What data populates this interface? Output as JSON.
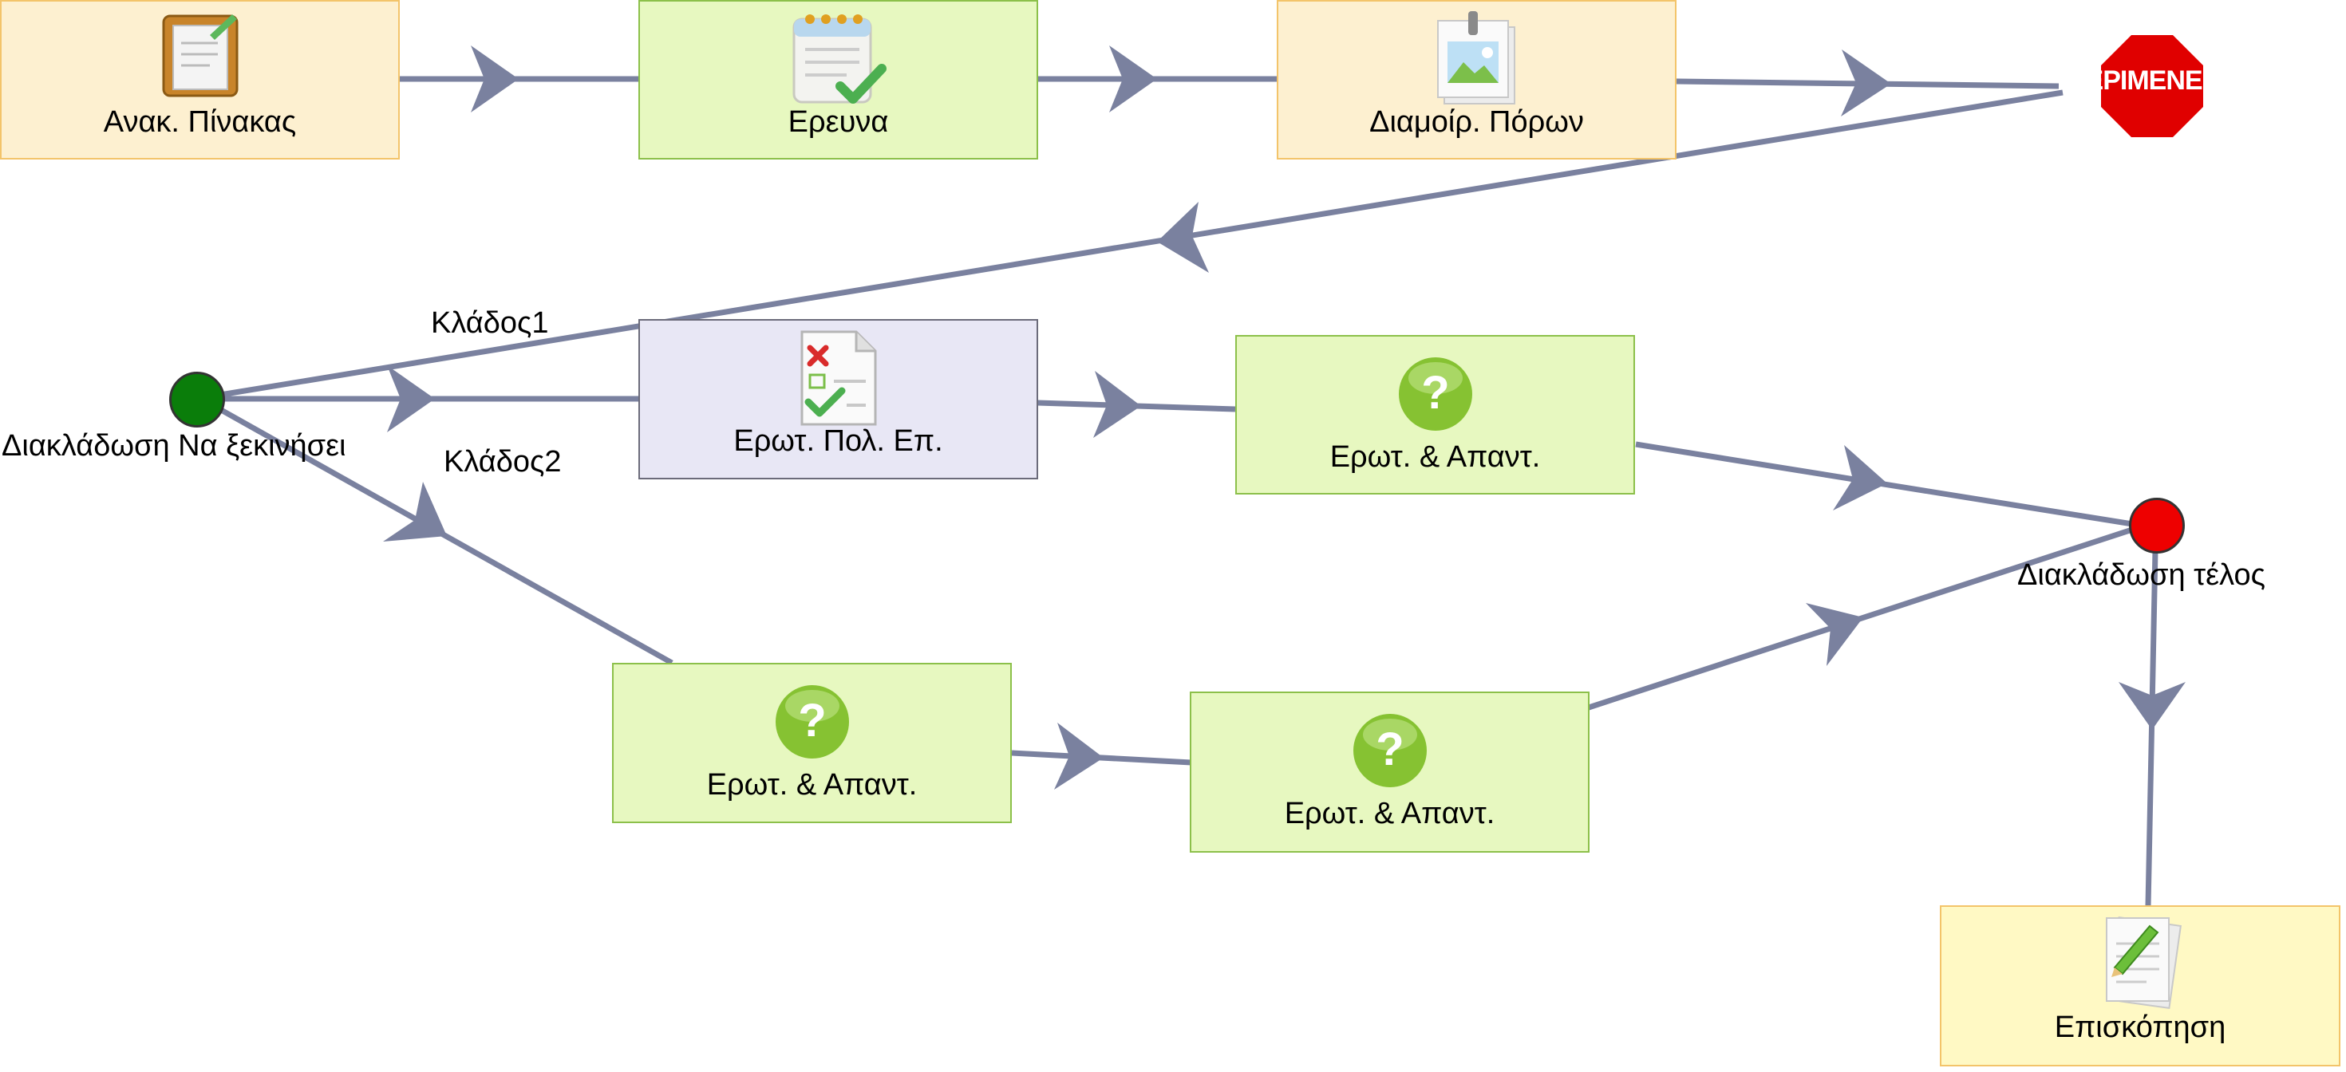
{
  "colors": {
    "edge": "#7a819f",
    "orange_fill": "#fdf0d0",
    "orange_border": "#f3c46a",
    "green_fill": "#e7f8c0",
    "green_border": "#8cc04a",
    "lavender_fill": "#e8e7f5",
    "lavender_border": "#6b6b7a",
    "yellow_fill": "#fff9c4",
    "yellow_border": "#f3c46a",
    "start_node": "#0a7d0a",
    "end_node": "#ee0000",
    "stop_sign": "#e00000"
  },
  "nodes": {
    "anak_pinakas": {
      "label": "Ανακ. Πίνακας",
      "icon": "clipboard-icon"
    },
    "erevna": {
      "label": "Ερευνα",
      "icon": "checklist-notepad-icon"
    },
    "diamoir_poron": {
      "label": "Διαμοίρ. Πόρων",
      "icon": "pinned-image-icon"
    },
    "perimene": {
      "label": "ΠΕΡΙΜΕΝΕ",
      "icon": "stop-sign-icon"
    },
    "branch_start": {
      "label": "Διακλάδωση Να ξεκινήσει"
    },
    "branch_end": {
      "label": "Διακλάδωση τέλος"
    },
    "erot_pol_ep": {
      "label": "Ερωτ. Πολ. Επ.",
      "icon": "multiple-choice-icon"
    },
    "erot_apant_1": {
      "label": "Ερωτ. & Απαντ.",
      "icon": "question-icon"
    },
    "erot_apant_2": {
      "label": "Ερωτ. & Απαντ.",
      "icon": "question-icon"
    },
    "erot_apant_3": {
      "label": "Ερωτ. & Απαντ.",
      "icon": "question-icon"
    },
    "episkopisi": {
      "label": "Επισκόπηση",
      "icon": "document-pen-icon"
    }
  },
  "edge_labels": {
    "branch1": "Κλάδος1",
    "branch2": "Κλάδος2"
  }
}
